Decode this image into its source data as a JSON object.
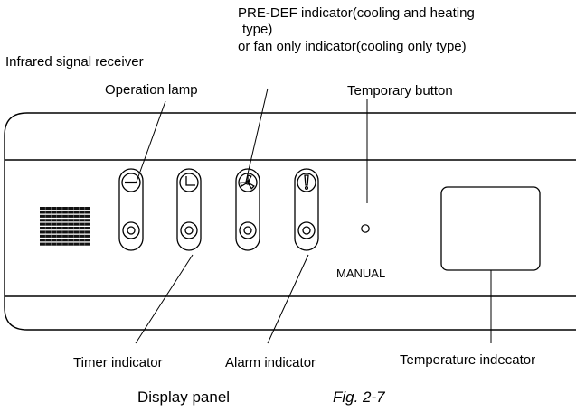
{
  "labels": {
    "infrared": "Infrared signal receiver",
    "operation_lamp": "Operation lamp",
    "predef_line1": "PRE-DEF indicator(cooling and heating",
    "predef_line2": "type)",
    "predef_line3": "or fan only indicator(cooling only type)",
    "temporary_button": "Temporary button",
    "manual": "MANUAL",
    "timer": "Timer indicator",
    "alarm": "Alarm indicator",
    "temperature": "Temperature indecator"
  },
  "captions": {
    "panel": "Display panel",
    "figure": "Fig. 2-7"
  },
  "indicators": [
    {
      "name": "operation-lamp-icon"
    },
    {
      "name": "timer-icon"
    },
    {
      "name": "fan-icon"
    },
    {
      "name": "alarm-icon"
    }
  ]
}
